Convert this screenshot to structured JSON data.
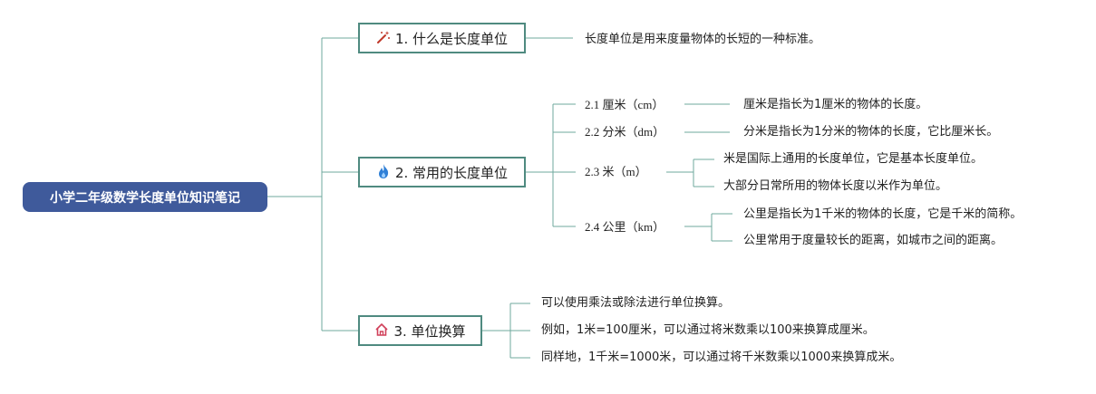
{
  "root": {
    "title": "小学二年级数学长度单位知识笔记"
  },
  "branches": [
    {
      "label": "1. 什么是长度单位",
      "icon": "magic-wand-icon",
      "items": [
        "长度单位是用来度量物体的长短的一种标准。"
      ]
    },
    {
      "label": "2. 常用的长度单位",
      "icon": "fire-icon",
      "subs": [
        {
          "label": "2.1 厘米（cm）",
          "items": [
            "厘米是指长为1厘米的物体的长度。"
          ]
        },
        {
          "label": "2.2 分米（dm）",
          "items": [
            "分米是指长为1分米的物体的长度，它比厘米长。"
          ]
        },
        {
          "label": "2.3 米（m）",
          "items": [
            "米是国际上通用的长度单位，它是基本长度单位。",
            "大部分日常所用的物体长度以米作为单位。"
          ]
        },
        {
          "label": "2.4 公里（km）",
          "items": [
            "公里是指长为1千米的物体的长度，它是千米的简称。",
            "公里常用于度量较长的距离，如城市之间的距离。"
          ]
        }
      ]
    },
    {
      "label": "3. 单位换算",
      "icon": "house-icon",
      "items": [
        "可以使用乘法或除法进行单位换算。",
        "例如，1米=100厘米，可以通过将米数乘以100来换算成厘米。",
        "同样地，1千米=1000米，可以通过将千米数乘以1000来换算成米。"
      ]
    }
  ]
}
